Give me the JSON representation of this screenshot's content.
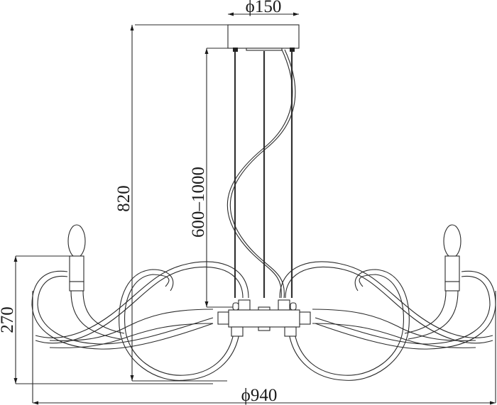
{
  "drawing": {
    "subject": "pendant chandelier dimension drawing",
    "line_color": "#2a2a2a",
    "background": "#ffffff"
  },
  "dimensions": {
    "canopy_diameter": {
      "label": "ϕ150"
    },
    "total_height": {
      "label": "820"
    },
    "suspension_range": {
      "label": "600–1000"
    },
    "body_height": {
      "label": "270"
    },
    "overall_diameter": {
      "label": "ϕ940"
    }
  },
  "components": {
    "canopy": "ceiling canopy",
    "suspension_cables": 3,
    "power_cord": "coiled cord",
    "central_hub": "central connector hub",
    "arms_visible": 4,
    "candle_bulbs_visible": 2
  }
}
